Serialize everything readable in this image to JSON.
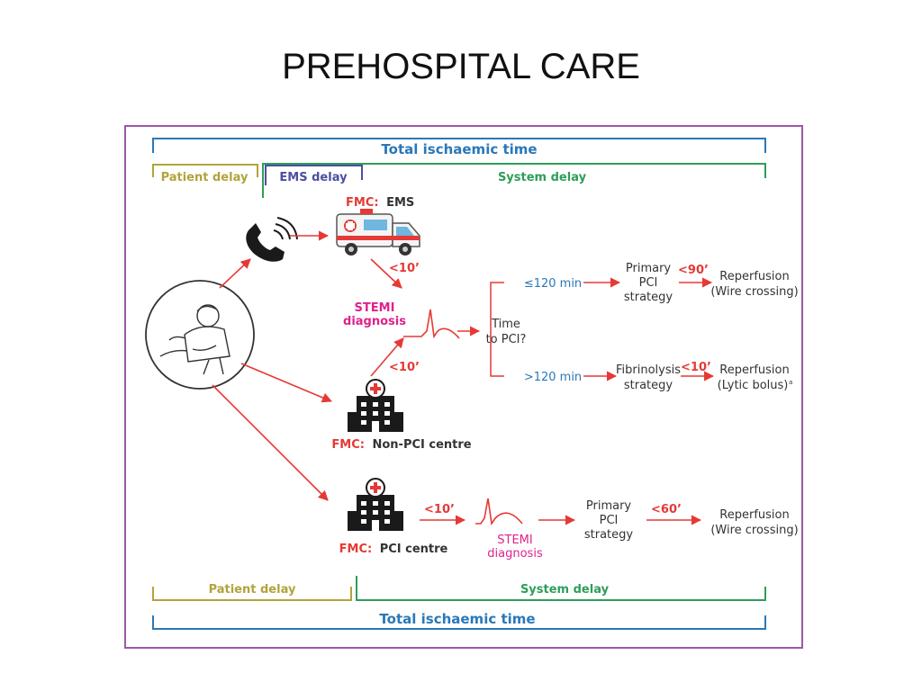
{
  "slide": {
    "title": "PREHOSPITAL CARE"
  },
  "colors": {
    "frame": "#9b59a5",
    "blue": "#2a78b8",
    "green": "#2e9e58",
    "olive": "#b2a33a",
    "indigo": "#4a4fa0",
    "red": "#e53935",
    "magenta": "#e0218a",
    "ink": "#333333"
  },
  "top": {
    "total_label": "Total ischaemic time",
    "patient_delay": "Patient delay",
    "ems_delay": "EMS delay",
    "system_delay": "System delay"
  },
  "bottom": {
    "patient_delay": "Patient delay",
    "system_delay": "System delay",
    "total_label": "Total ischaemic time"
  },
  "ems": {
    "fmc_prefix": "FMC:",
    "fmc_name": "EMS",
    "time_to_diag": "<10’"
  },
  "stemi_upper": {
    "line1": "STEMI",
    "line2": "diagnosis"
  },
  "non_pci": {
    "fmc_prefix": "FMC:",
    "fmc_name": "Non-PCI centre",
    "time_to_diag": "<10’"
  },
  "decision": {
    "line1": "Time",
    "line2": "to PCI?",
    "fast_label": "≤120 min",
    "slow_label": ">120 min"
  },
  "pci_branch": {
    "line1": "Primary",
    "line2": "PCI",
    "line3": "strategy",
    "time": "<90’",
    "outcome_line1": "Reperfusion",
    "outcome_line2": "(Wire crossing)"
  },
  "lysis_branch": {
    "line1": "Fibrinolysis",
    "line2": "strategy",
    "time": "<10’",
    "outcome_line1": "Reperfusion",
    "outcome_line2": "(Lytic bolus)",
    "footnote_mark": "a"
  },
  "pci_centre": {
    "fmc_prefix": "FMC:",
    "fmc_name": "PCI centre",
    "time_to_diag": "<10’",
    "stemi_line1": "STEMI",
    "stemi_line2": "diagnosis",
    "strategy_line1": "Primary",
    "strategy_line2": "PCI",
    "strategy_line3": "strategy",
    "time": "<60’",
    "outcome_line1": "Reperfusion",
    "outcome_line2": "(Wire crossing)"
  },
  "icons": [
    "phone-icon",
    "ambulance-icon",
    "patient-icon",
    "hospital-icon",
    "ecg-icon"
  ]
}
